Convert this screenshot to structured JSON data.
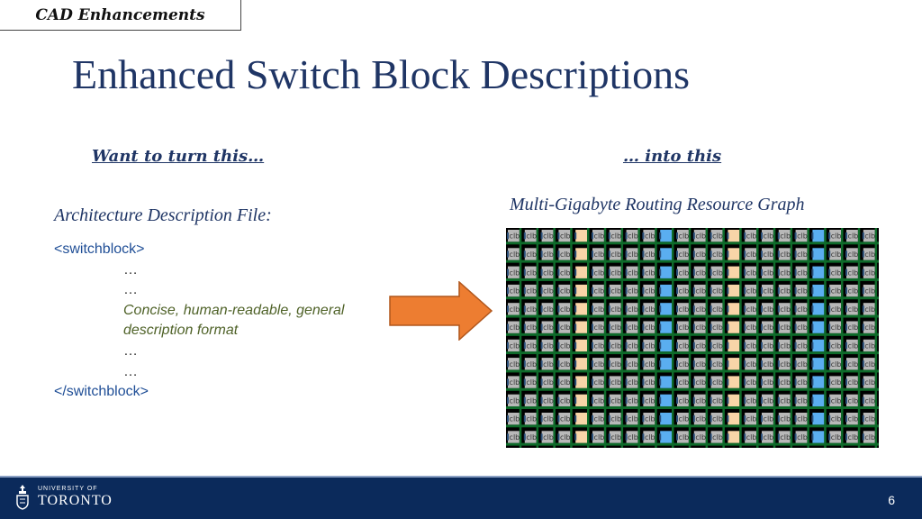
{
  "section_tag": "CAD Enhancements",
  "title": "Enhanced Switch Block Descriptions",
  "left_heading": "Want to turn this…",
  "right_heading": "… into this",
  "arch_label": "Architecture Description File:",
  "rr_label": "Multi-Gigabyte Routing Resource Graph",
  "code_lines": {
    "open_tag": "<switchblock>",
    "dots1": "…",
    "dots2": "…",
    "desc1": "Concise, human-readable, general",
    "desc2": "description format",
    "dots3": "…",
    "dots4": "…",
    "close_tag": "</switchblock>"
  },
  "graph": {
    "block_label": "clb",
    "colors": {
      "clb": "#b8b8b8",
      "memory": "#f8d5a8",
      "dsp": "#5aaef0",
      "wire": "#0e6b2a",
      "background": "#000000"
    }
  },
  "footer": {
    "university_small": "UNIVERSITY OF",
    "university_big": "TORONTO",
    "page_number": "6"
  },
  "colors": {
    "title": "#1f3565",
    "code": "#1f4e96",
    "desc": "#4f6228",
    "arrow": "#ed7d31",
    "footer_bg": "#0b2a5b"
  }
}
